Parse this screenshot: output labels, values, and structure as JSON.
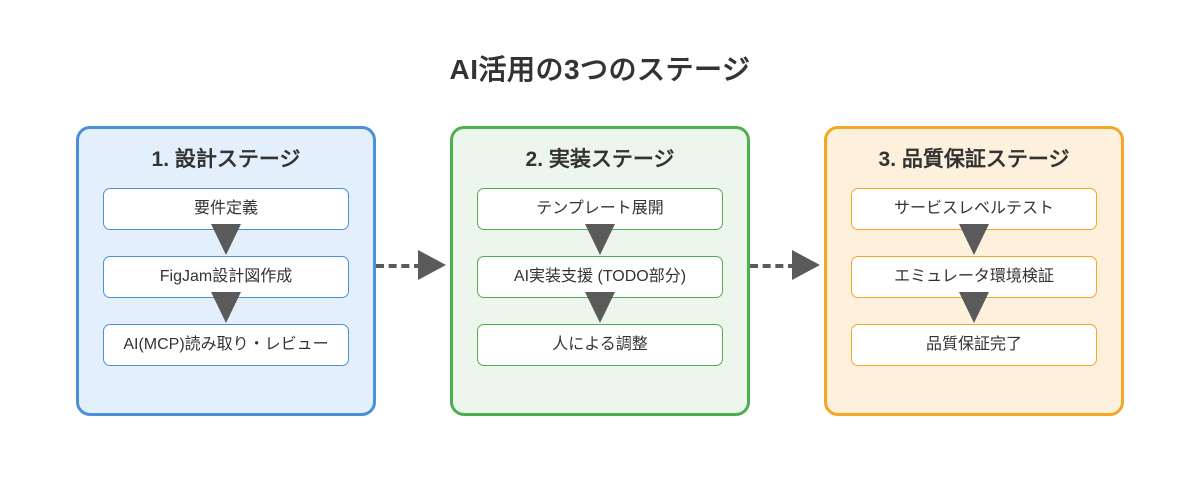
{
  "title": "AI活用の3つのステージ",
  "colors": {
    "stage1_border": "#4a90d9",
    "stage1_fill": "#e3f0fb",
    "stage2_border": "#4caf50",
    "stage2_fill": "#ecf6ec",
    "stage3_border": "#f5a623",
    "stage3_fill": "#fdf1de",
    "arrow": "#5a5a5a",
    "text": "#333333",
    "card_fill": "#ffffff",
    "background": "#ffffff"
  },
  "stages": [
    {
      "title": "1. 設計ステージ",
      "steps": [
        "要件定義",
        "FigJam設計図作成",
        "AI(MCP)読み取り・レビュー"
      ]
    },
    {
      "title": "2. 実装ステージ",
      "steps": [
        "テンプレート展開",
        "AI実装支援 (TODO部分)",
        "人による調整"
      ]
    },
    {
      "title": "3. 品質保証ステージ",
      "steps": [
        "サービスレベルテスト",
        "エミュレータ環境検証",
        "品質保証完了"
      ]
    }
  ]
}
